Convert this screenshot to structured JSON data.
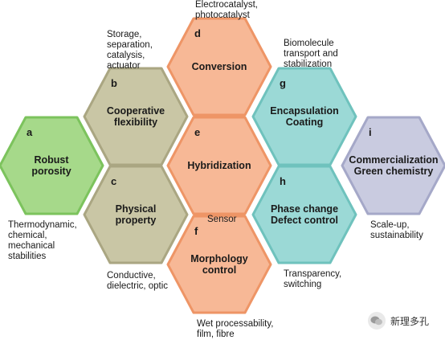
{
  "hexagons": [
    {
      "id": "a",
      "letter": "a",
      "lines": [
        "Robust",
        "porosity"
      ],
      "fill": "#a6d98a",
      "stroke": "#7cc35d"
    },
    {
      "id": "b",
      "letter": "b",
      "lines": [
        "Cooperative",
        "flexibility"
      ],
      "fill": "#c9c6a5",
      "stroke": "#aaa682"
    },
    {
      "id": "c",
      "letter": "c",
      "lines": [
        "Physical",
        "property"
      ],
      "fill": "#c9c6a5",
      "stroke": "#aaa682"
    },
    {
      "id": "d",
      "letter": "d",
      "lines": [
        "Conversion"
      ],
      "fill": "#f7b896",
      "stroke": "#ee9566"
    },
    {
      "id": "e",
      "letter": "e",
      "lines": [
        "Hybridization"
      ],
      "fill": "#f7b896",
      "stroke": "#ee9566"
    },
    {
      "id": "f",
      "letter": "f",
      "lines": [
        "Morphology",
        "control"
      ],
      "fill": "#f7b896",
      "stroke": "#ee9566"
    },
    {
      "id": "g",
      "letter": "g",
      "lines": [
        "Encapsulation",
        "Coating"
      ],
      "fill": "#9bd9d6",
      "stroke": "#6fc2bd"
    },
    {
      "id": "h",
      "letter": "h",
      "lines": [
        "Phase change",
        "Defect control"
      ],
      "fill": "#9bd9d6",
      "stroke": "#6fc2bd"
    },
    {
      "id": "i",
      "letter": "i",
      "lines": [
        "Commercialization",
        "Green chemistry"
      ],
      "fill": "#c9cbe0",
      "stroke": "#a5a8c8"
    }
  ],
  "notes": {
    "conversion": "Electrocatalyst,\nphotocatalyst",
    "flexibility": "Storage,\nseparation,\ncatalysis,\nactuator",
    "encapsulation": "Biomolecule\ntransport and\nstabilization",
    "porosity": "Thermodynamic,\nchemical,\nmechanical\nstabilities",
    "sensor": "Sensor",
    "commercial": "Scale-up,\nsustainability",
    "physical": "Conductive,\ndielectric, optic",
    "phase": "Transparency,\nswitching",
    "morphology": "Wet processability,\nfilm, fibre"
  },
  "watermark": {
    "text": "新理多孔",
    "icon": "wechat-icon"
  }
}
